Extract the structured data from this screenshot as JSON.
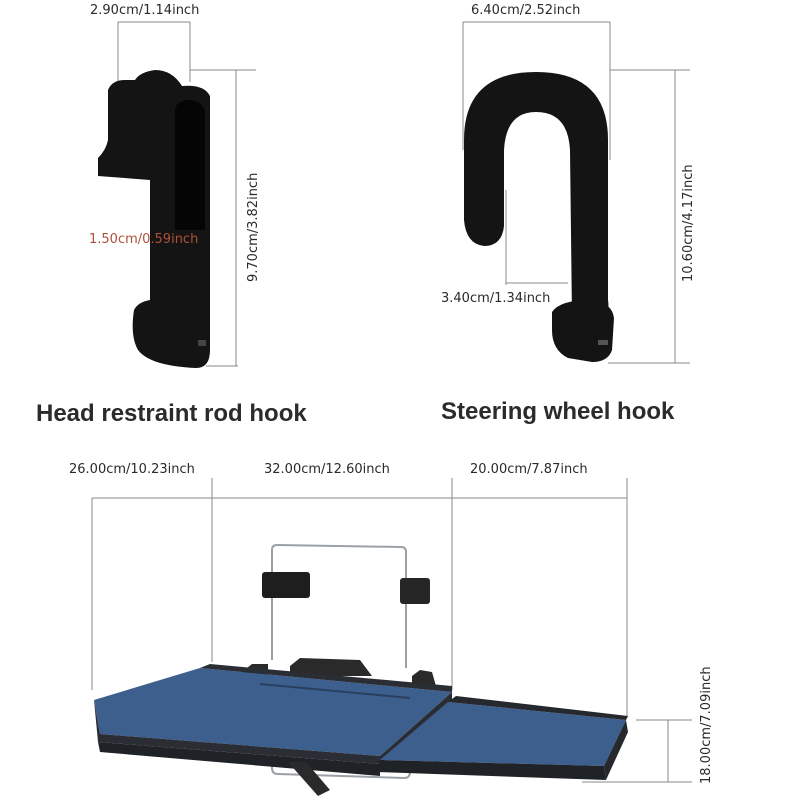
{
  "panels": {
    "head_restraint": {
      "title": "Head restraint rod hook",
      "dims": {
        "width": "2.90cm/1.14inch",
        "inner": "1.50cm/0.59inch",
        "height": "9.70cm/3.82inch"
      }
    },
    "steering_wheel": {
      "title": "Steering wheel hook",
      "dims": {
        "width": "6.40cm/2.52inch",
        "inner": "3.40cm/1.34inch",
        "height": "10.60cm/4.17inch"
      }
    },
    "tray": {
      "dims": {
        "left": "26.00cm/10.23inch",
        "middle": "32.00cm/12.60inch",
        "right": "20.00cm/7.87inch",
        "height": "18.00cm/7.09inch"
      }
    }
  },
  "colors": {
    "hook": "#141414",
    "tray_surface": "#3c5f8e",
    "tray_frame": "#2a2d33",
    "dim_line": "#8a8a8a",
    "inner_label": "#b0503a"
  }
}
